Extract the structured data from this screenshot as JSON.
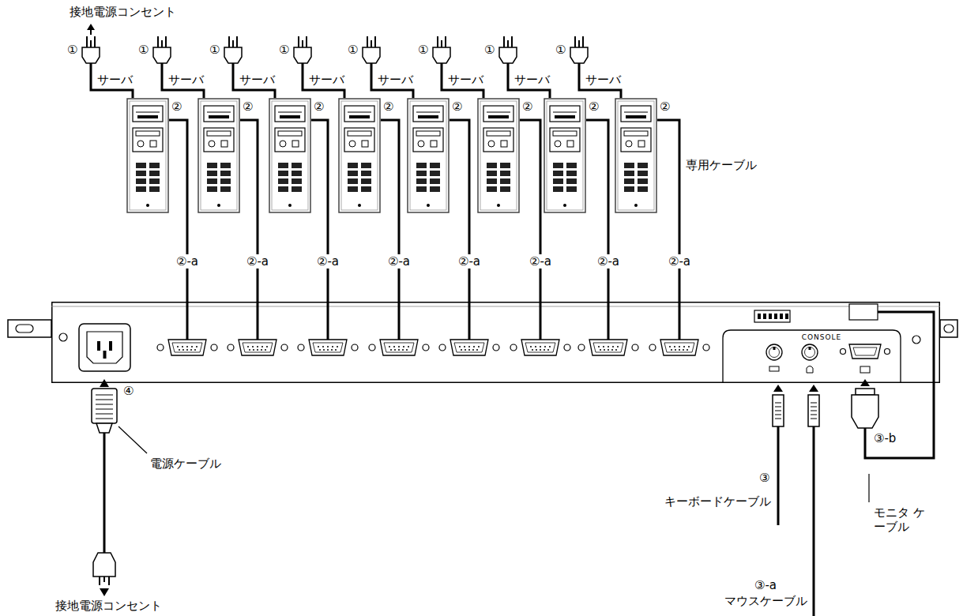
{
  "diagram": {
    "nodes": [
      {
        "text": [
          "サーバ"
        ]
      },
      {
        "text": [
          "サーバ"
        ]
      },
      {
        "text": [
          "サーバ"
        ]
      },
      {
        "text": [
          "サーバ"
        ]
      },
      {
        "text": [
          "サーバ"
        ]
      },
      {
        "text": [
          "サーバ"
        ]
      },
      {
        "text": [
          "サーバ"
        ]
      },
      {
        "text": [
          "サーバ"
        ]
      },
      {
        "text": [
          "CONSOLE"
        ]
      }
    ],
    "edges": [
      {
        "from": 0,
        "to": 8,
        "arrow": "none",
        "label": "②-a"
      },
      {
        "from": 1,
        "to": 8,
        "arrow": "none",
        "label": "②-a"
      },
      {
        "from": 2,
        "to": 8,
        "arrow": "none",
        "label": "②-a"
      },
      {
        "from": 3,
        "to": 8,
        "arrow": "none",
        "label": "②-a"
      },
      {
        "from": 4,
        "to": 8,
        "arrow": "none",
        "label": "②-a"
      },
      {
        "from": 5,
        "to": 8,
        "arrow": "none",
        "label": "②-a"
      },
      {
        "from": 6,
        "to": 8,
        "arrow": "none",
        "label": "②-a"
      },
      {
        "from": 7,
        "to": 8,
        "arrow": "none",
        "label": "②-a"
      }
    ],
    "labels": [
      "接地電源コンセント",
      "①",
      "①",
      "①",
      "①",
      "①",
      "①",
      "①",
      "①",
      "②",
      "②",
      "②",
      "②",
      "②",
      "②",
      "②",
      "②",
      "専用ケーブル",
      "④",
      "電源ケーブル",
      "接地電源コンセント",
      "③",
      "キーボードケーブル",
      "③-a",
      "マウスケーブル",
      "③-b",
      "モニタ ケーブル"
    ]
  }
}
